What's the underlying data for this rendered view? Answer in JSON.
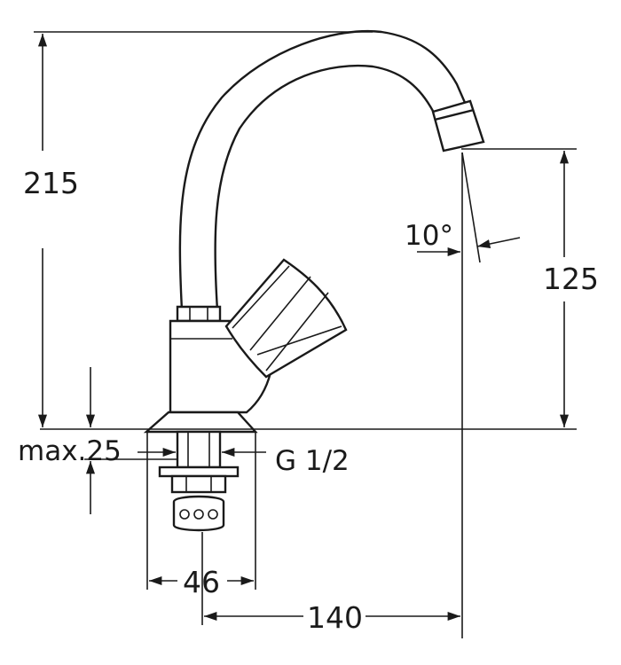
{
  "drawing": {
    "subject": "faucet-technical-drawing",
    "dimensions": {
      "height_total": "215",
      "spout_height": "125",
      "spout_angle": "10°",
      "max_thickness": "max.25",
      "thread": "G 1/2",
      "base_width": "46",
      "reach": "140"
    }
  }
}
